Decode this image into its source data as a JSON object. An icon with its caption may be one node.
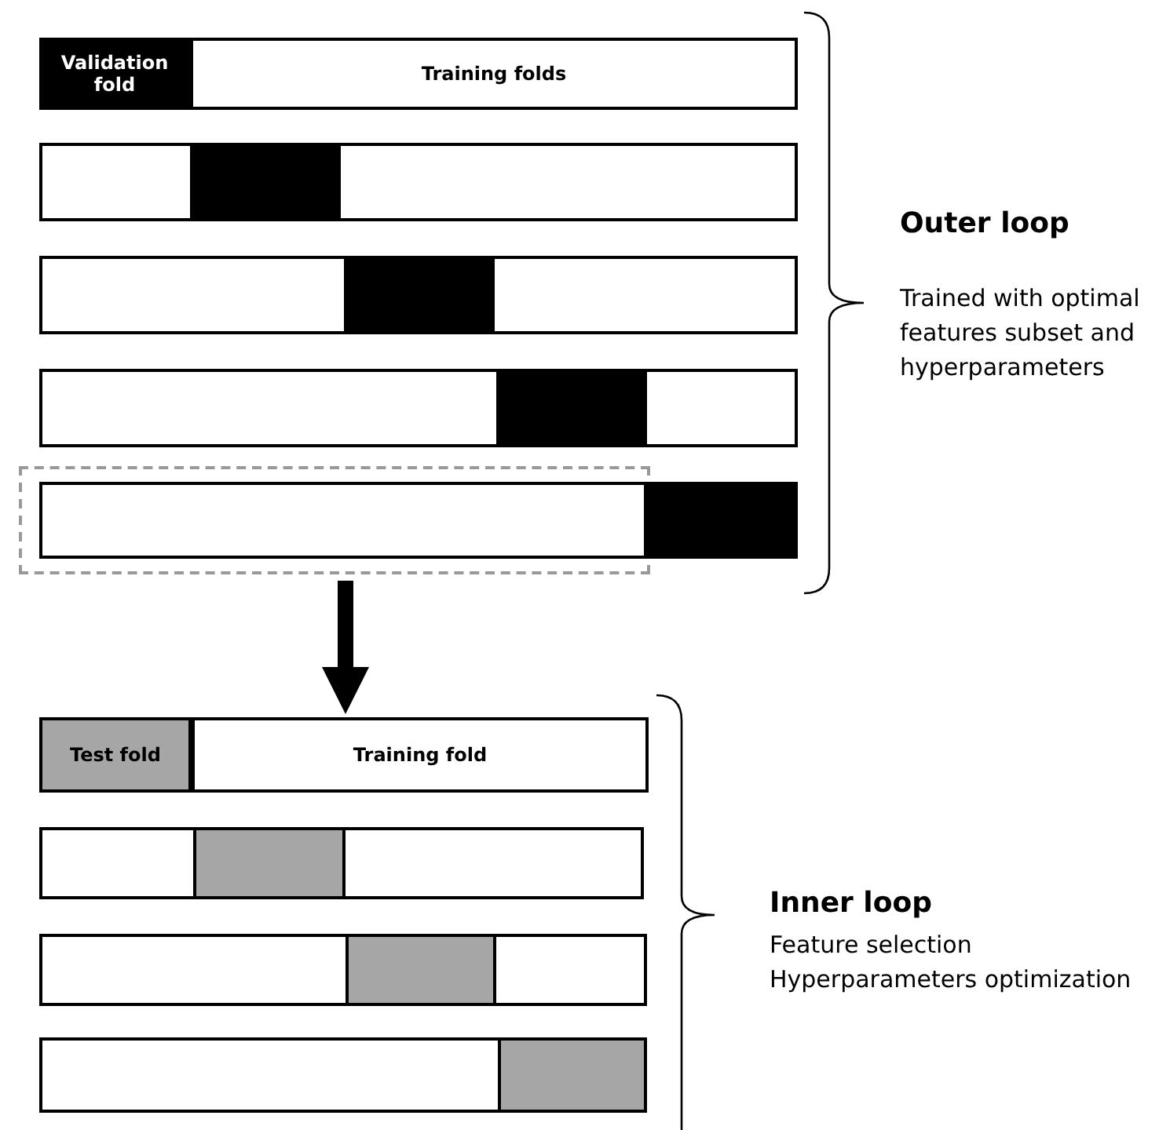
{
  "diagram": {
    "nodes": [
      {
        "text": [
          "Validation fold"
        ]
      },
      {
        "text": [
          "Training folds"
        ]
      },
      {
        "text": [],
        "shape": "bar"
      },
      {
        "text": [],
        "shape": "box",
        "in": 2
      },
      {
        "text": [],
        "shape": "bar"
      },
      {
        "text": [],
        "shape": "box",
        "in": 4
      },
      {
        "text": [],
        "shape": "bar"
      },
      {
        "text": [],
        "shape": "box",
        "in": 6
      },
      {
        "text": [],
        "shape": "box"
      },
      {
        "text": [],
        "shape": "bar",
        "in": 8
      },
      {
        "text": [],
        "shape": "box"
      },
      {
        "text": [
          "Test fold"
        ]
      },
      {
        "text": [
          "Training fold"
        ]
      },
      {
        "text": [],
        "shape": "bar"
      },
      {
        "text": [],
        "shape": "box",
        "in": 13
      },
      {
        "text": [],
        "shape": "bar"
      },
      {
        "text": [],
        "shape": "box",
        "in": 15
      },
      {
        "text": [],
        "shape": "bar"
      },
      {
        "text": [],
        "shape": "box",
        "in": 17
      }
    ],
    "edges": [
      {
        "from": 8,
        "to": 12,
        "arrow": "to"
      }
    ],
    "labels": [
      "Outer loop",
      "Trained with optimal features subset and hyperparameters",
      "Inner loop",
      "Feature selection",
      "Hyperparameters optimization"
    ]
  }
}
